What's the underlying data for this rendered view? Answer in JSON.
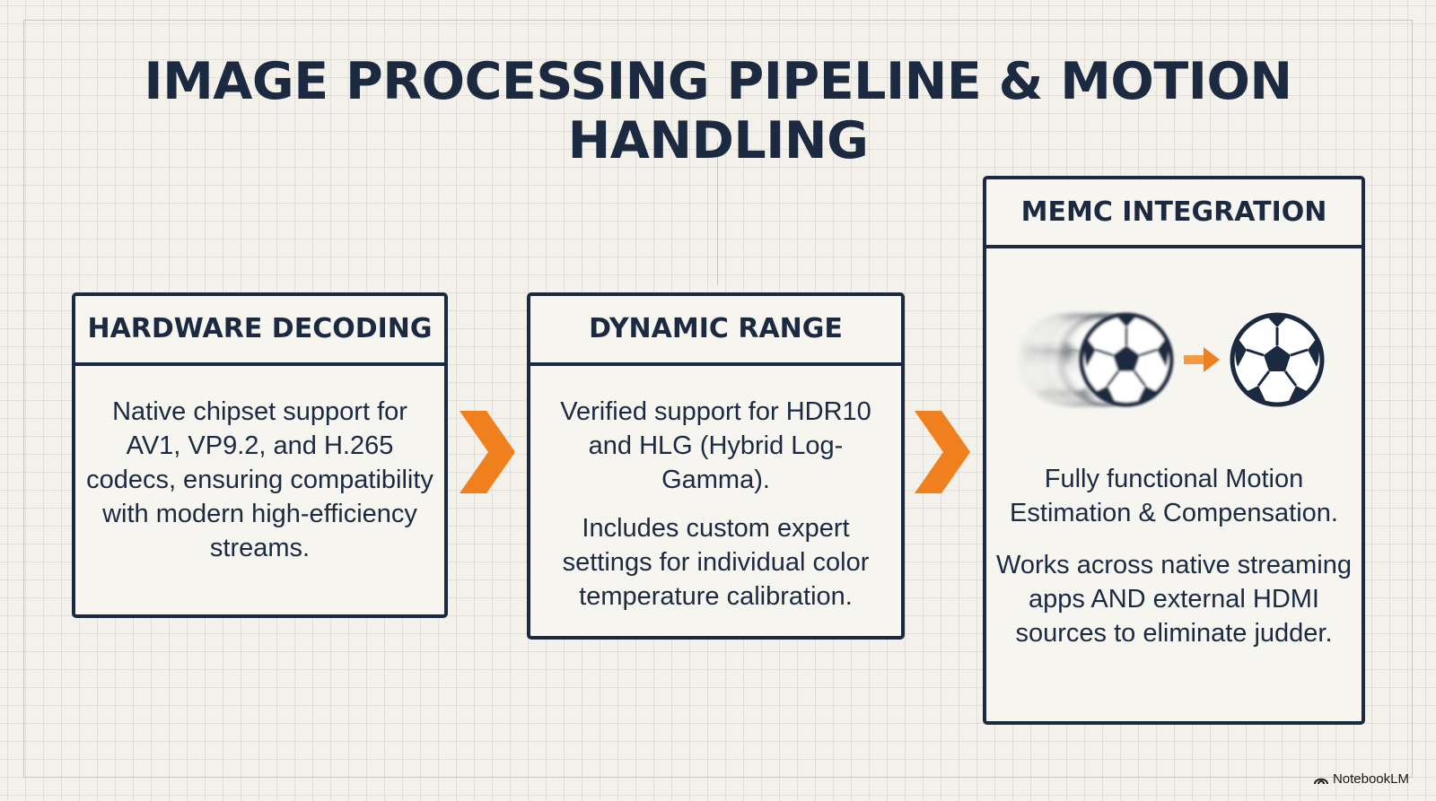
{
  "title": "IMAGE PROCESSING PIPELINE & MOTION HANDLING",
  "stages": [
    {
      "header": "HARDWARE DECODING",
      "paragraphs": [
        "Native chipset support for AV1, VP9.2, and H.265 codecs, ensuring compatibility with modern high-efficiency streams."
      ]
    },
    {
      "header": "DYNAMIC RANGE",
      "paragraphs": [
        "Verified support for HDR10 and HLG (Hybrid Log-Gamma).",
        "Includes custom expert settings for individual color temperature calibration."
      ]
    },
    {
      "header": "MEMC INTEGRATION",
      "paragraphs": [
        "Fully functional Motion Estimation & Compensation.",
        "Works across native streaming apps AND external HDMI sources to eliminate judder."
      ]
    }
  ],
  "icons": {
    "flow_arrow": "chevron-right-icon",
    "blurred_ball": "soccer-ball-motion-blur-icon",
    "small_arrow": "arrow-right-icon",
    "sharp_ball": "soccer-ball-icon",
    "brand_logo": "notebooklm-logo-icon"
  },
  "colors": {
    "navy": "#1b2a41",
    "orange": "#f07f1e",
    "background": "#f3f1ea"
  },
  "brand": "NotebookLM"
}
